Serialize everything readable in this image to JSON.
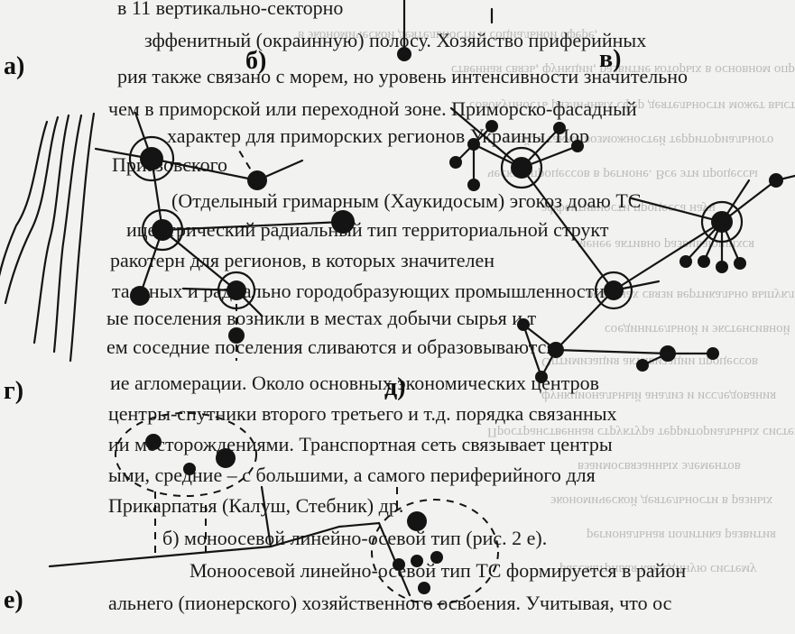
{
  "text_lines": [
    "в 11 вертикально-секторно",
    "зффенитный (окраинную) полосу. Хозяйство приферийных",
    "рия также связано с морем, но уровень интенсивности значительно",
    "чем в приморской или переходной зоне. Приморско-фасадный",
    "характер для приморских регионов Украины. Пор",
    "Приазовского",
    "(Отделыный гримарным (Хаукидосым) эгокоз доаю ТС",
    "ицентрический радиальный тип территориальной структ",
    "ракотерн для регионов, в которых значителен",
    "тальных и радиально городобразующих промышленности",
    "ые поселения возникли в местах добычи сырья и т",
    "ем соседние поселения сливаются и образовываются",
    "ие агломерации. Около основных экономических центров",
    "центры-спутники второго третьего и т.д. порядка связанных",
    "ии месторождениями. Транспортная сеть связывает центры",
    "ыми, средние – с большими, а самого периферийного для",
    "Прикарпатья (Калуш, Стебник) др.",
    "б) моноосевой линейно-осевой тип (рис. 2 е).",
    "Моноосевой линейно-осевой тип ТС формируется в район",
    "альнего (пионерского) хозяйственного освоения. Учитывая, что ос"
  ],
  "ghost_lines": [
    "в экономической деятельности и социальной сфере,",
    "ственная связь, функции, развитие которых в основном определяют",
    "совокупность различных сфер деятельности может выступать",
    "стей, а также возможностей территориального",
    "ческих процессов в регионе. Все эти процессы",
    "эффективности процесса науч",
    "менее активно развивающихся",
    "регионах связи вертикально выпуклыми",
    "соединительной и экстенсивной",
    "Оптимизация активизации процессов",
    "функциональный анализ и исследования",
    "Пространственная структура территориальных систем",
    "взаимосвязанных элементов",
    "экономической деятельности в разных",
    "региональная политика развития",
    "рассматривая как единую систему"
  ],
  "figure_labels": [
    "а)",
    "б)",
    "в)",
    "г)",
    "д)",
    "е)"
  ]
}
